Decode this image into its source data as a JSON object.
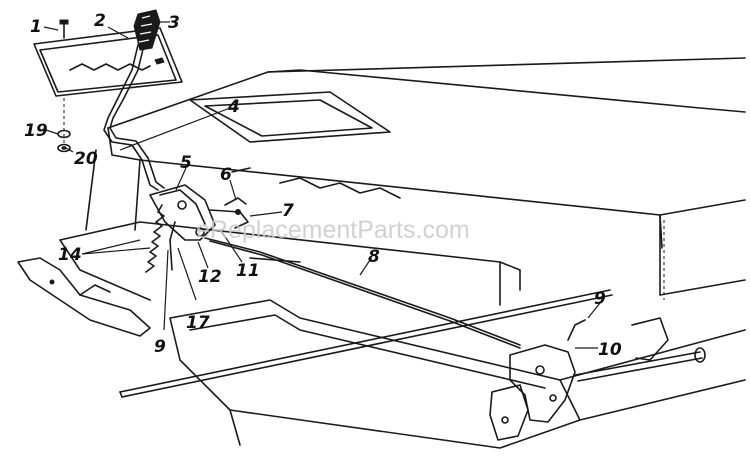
{
  "watermark": "eReplacementParts.com",
  "callouts": {
    "c1": "1",
    "c2": "2",
    "c3": "3",
    "c4": "4",
    "c5": "5",
    "c6": "6",
    "c7": "7",
    "c8": "8",
    "c9a": "9",
    "c9b": "9",
    "c10": "10",
    "c11": "11",
    "c12": "12",
    "c14": "14",
    "c17": "17",
    "c19": "19",
    "c20": "20"
  }
}
